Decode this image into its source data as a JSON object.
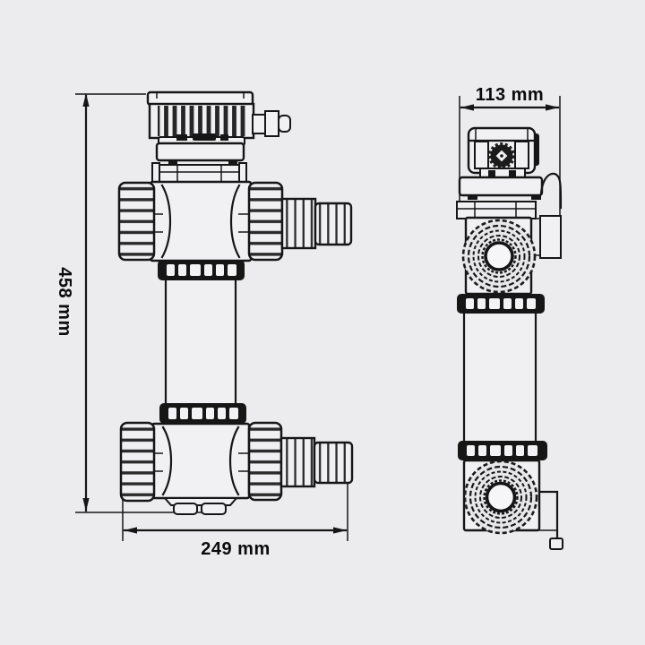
{
  "colors": {
    "background": "#ececee",
    "line": "#161616",
    "label": "#0b0b0b"
  },
  "views": {
    "front": {
      "dimensions": {
        "height": {
          "label": "458 mm"
        },
        "width": {
          "label": "249 mm"
        }
      }
    },
    "side": {
      "dimensions": {
        "depth": {
          "label": "113 mm"
        }
      }
    }
  }
}
